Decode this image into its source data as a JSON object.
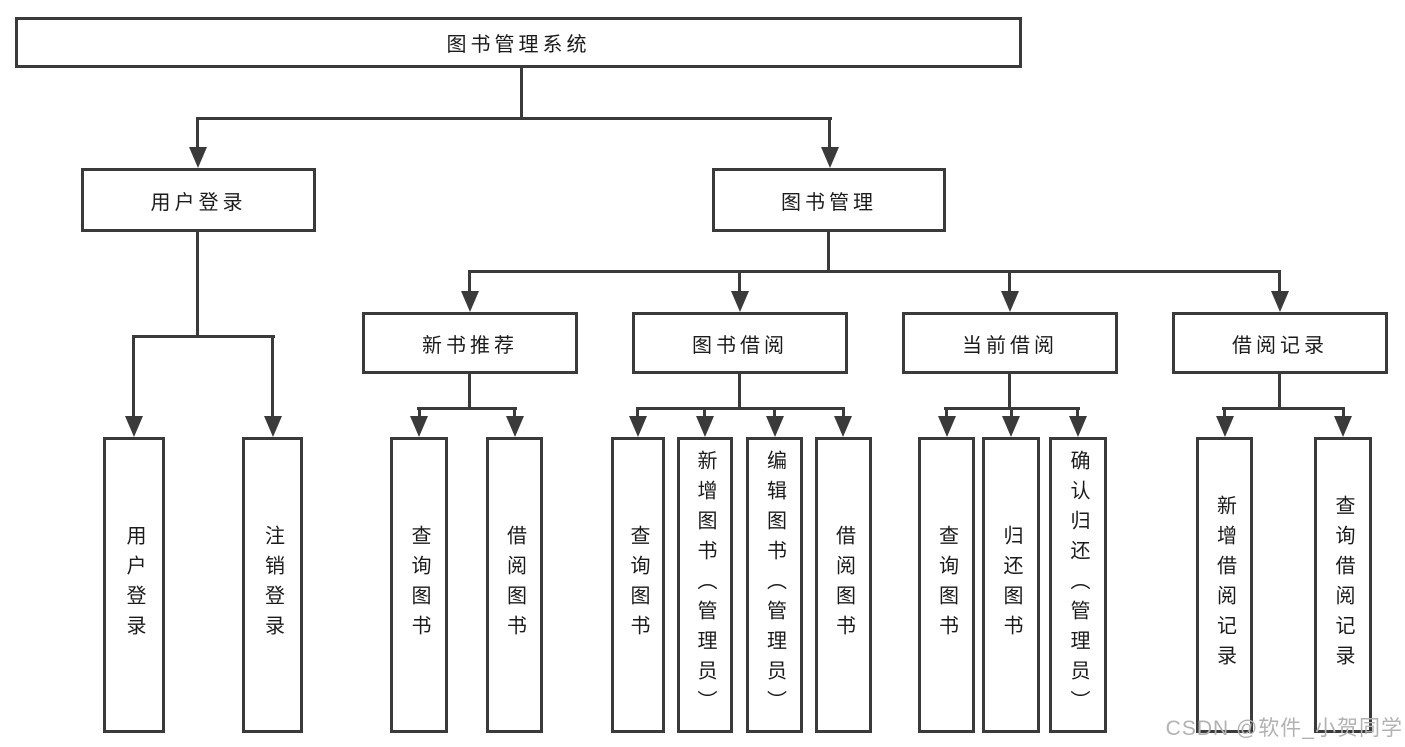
{
  "nodes": {
    "root": {
      "label": "图书管理系统"
    },
    "level2": [
      {
        "label": "用户登录"
      },
      {
        "label": "图书管理"
      }
    ],
    "level3": [
      {
        "label": "新书推荐",
        "parent": "图书管理"
      },
      {
        "label": "图书借阅",
        "parent": "图书管理"
      },
      {
        "label": "当前借阅",
        "parent": "图书管理"
      },
      {
        "label": "借阅记录",
        "parent": "图书管理"
      }
    ],
    "leaves": [
      {
        "label": "用户登录",
        "parent": "用户登录"
      },
      {
        "label": "注销登录",
        "parent": "用户登录"
      },
      {
        "label": "查询图书",
        "parent": "新书推荐"
      },
      {
        "label": "借阅图书",
        "parent": "新书推荐"
      },
      {
        "label": "查询图书",
        "parent": "图书借阅"
      },
      {
        "label": "新增图书（管理员）",
        "parent": "图书借阅"
      },
      {
        "label": "编辑图书（管理员）",
        "parent": "图书借阅"
      },
      {
        "label": "借阅图书",
        "parent": "图书借阅"
      },
      {
        "label": "查询图书",
        "parent": "当前借阅"
      },
      {
        "label": "归还图书",
        "parent": "当前借阅"
      },
      {
        "label": "确认归还（管理员）",
        "parent": "当前借阅"
      },
      {
        "label": "新增借阅记录",
        "parent": "借阅记录"
      },
      {
        "label": "查询借阅记录",
        "parent": "借阅记录"
      }
    ]
  },
  "watermark": {
    "text": "CSDN @软件_小贺同学"
  },
  "colors": {
    "line": "#3a3a3a",
    "text": "#1b1b1b",
    "watermark": "#b2b2b2",
    "box_background": "#ffffff",
    "page_background": "#ffffff"
  }
}
